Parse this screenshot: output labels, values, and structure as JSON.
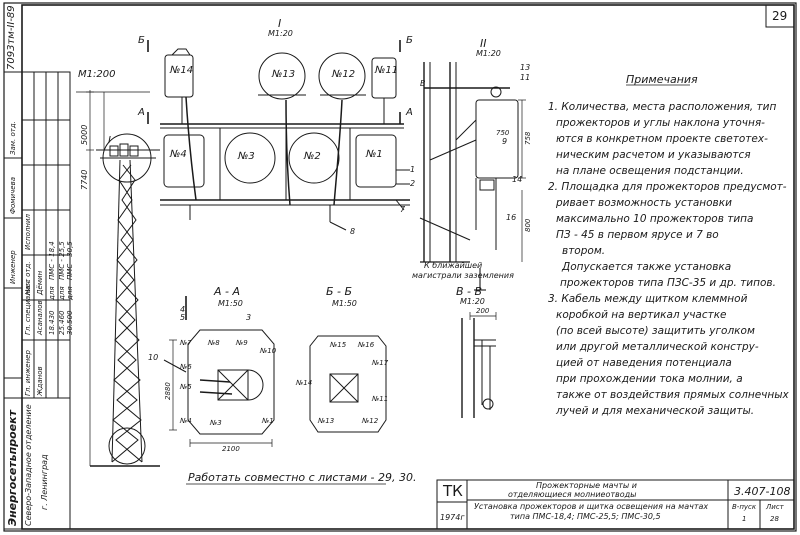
{
  "sheet": {
    "sheet_number": "29",
    "stamp_code": "7093тм-II-89",
    "org_name": "Энергосетьпроект",
    "org_branch": "Северо-Западное отделение",
    "org_city": "г. Ленинград",
    "signatures": {
      "roles": [
        "Инженер",
        "Исполнил",
        "Нач. отд.",
        "Гл. инженер",
        "Гл. специалист",
        "Зам. отд."
      ],
      "names": [
        "Фомичева",
        "Дёмин",
        "Асаналов",
        "Жданов"
      ]
    },
    "variants": [
      {
        "prefix": "18.430",
        "mark": "для",
        "type": "ПМС - 18,4"
      },
      {
        "prefix": "25.460",
        "mark": "для",
        "type": "ПМС - 25,5"
      },
      {
        "prefix": "30.500",
        "mark": "для",
        "type": "ПМС - 30,5"
      }
    ]
  },
  "views": {
    "general": {
      "scale": "М1:200",
      "mark": "I",
      "height_total": "5000",
      "height_part": "7740"
    },
    "view1": {
      "title": "I",
      "scale": "М1:20",
      "cut_b": "Б",
      "cut_a": "А",
      "lamps": [
        "№14",
        "№13",
        "№12",
        "№11",
        "№4",
        "№3",
        "№2",
        "№1"
      ],
      "callouts": [
        "1",
        "2",
        "7",
        "8"
      ]
    },
    "view2": {
      "title": "II",
      "scale": "М1:20",
      "mark_b": "В",
      "callouts": [
        "9",
        "11",
        "13",
        "14",
        "16"
      ],
      "dims": [
        "750",
        "758",
        "800"
      ],
      "ground_label_1": "К ближайшей",
      "ground_label_2": "магистрали заземления"
    },
    "sectionAA": {
      "title": "А - А",
      "scale": "М1:50",
      "lamps": [
        "№7",
        "№8",
        "№9",
        "№10",
        "№6",
        "№5",
        "№4",
        "№3",
        "№1"
      ],
      "callouts": [
        "4",
        "5",
        "3",
        "10"
      ],
      "dims": [
        "2880",
        "2100"
      ]
    },
    "sectionBB": {
      "title": "Б - Б",
      "scale": "М1:50",
      "lamps": [
        "№15",
        "№16",
        "№14",
        "№17",
        "№13",
        "№12",
        "№11"
      ]
    },
    "sectionVV": {
      "title": "В - В",
      "scale": "М1:20",
      "dim": "200"
    }
  },
  "notes": {
    "heading": "Примечания",
    "lines": [
      "1. Количества, места расположения, тип",
      "прожекторов и углы наклона уточня-",
      "ются в конкретном проекте светотех-",
      "ническим расчетом и указываются",
      "на плане освещения подстанции.",
      "2. Площадка для прожекторов предусмот-",
      "ривает возможность установки",
      "максимально 10 прожекторов типа",
      "ПЗ - 45 в первом ярусе и 7 во",
      "втором.",
      "Допускается также установка",
      "прожекторов типа ПЗС-35 и др. типов.",
      "3. Кабель между щитком клеммной",
      "коробкой на вертикал участке",
      "(по всей высоте) защитить уголком",
      "или другой металлической констру-",
      "цией от наведения потенциала",
      "при прохождении тока молнии, а",
      "также от воздействия прямых солнечных",
      "лучей и для механической защиты."
    ]
  },
  "footer_note": "Работать совместно с листами - 29, 30.",
  "title_block": {
    "tk": "ТК",
    "year": "1974г",
    "title_1": "Прожекторные мачты и",
    "title_2": "отделяющиеся молниеотводы",
    "title_3": "Установка прожекторов и щитка освещения на мачтах",
    "title_4": "типа ПМС-18,4; ПМС-25,5; ПМС-30,5",
    "doc_number": "3.407-108",
    "issue_label": "В-пуск",
    "issue_value": "1",
    "sheet_label": "Лист",
    "sheet_value": "28"
  }
}
